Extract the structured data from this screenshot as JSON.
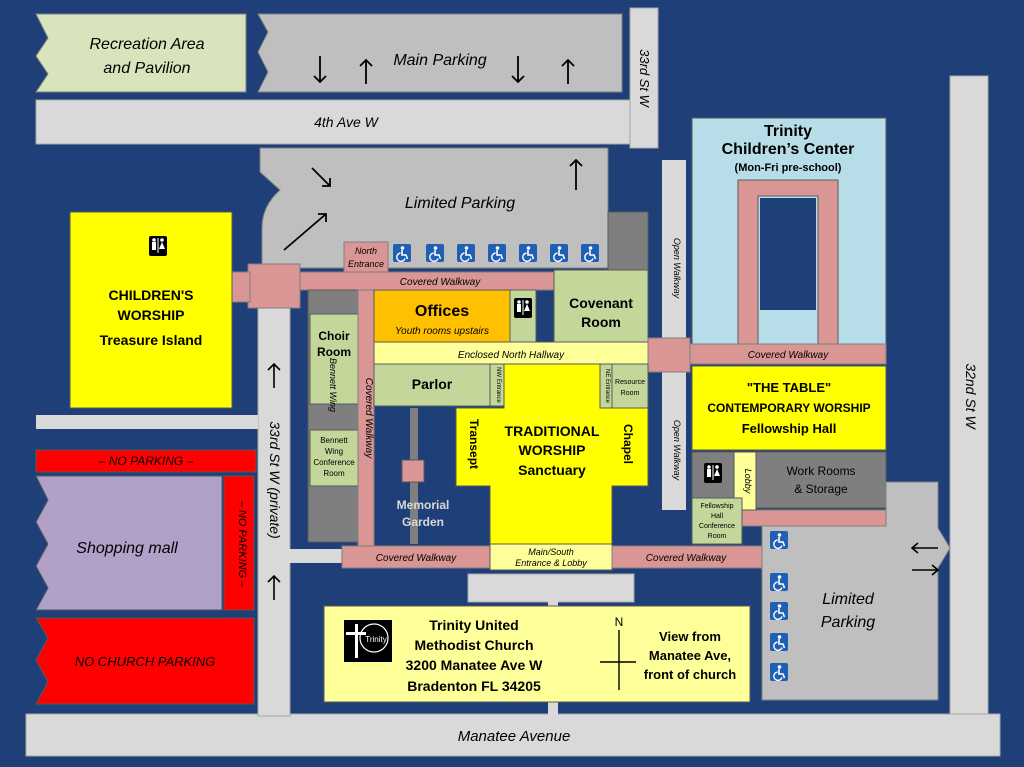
{
  "colors": {
    "background": "#1f3f78",
    "road": "#d9d9d9",
    "parking": "#bfbfbf",
    "walkway": "#d99694",
    "building_green": "#c4d79b",
    "building_gray": "#7f7f7f",
    "worship_yellow": "#ffff00",
    "pale_yellow": "#ffff99",
    "offices_orange": "#ffc000",
    "childrens_center": "#b7dde8",
    "recreation": "#d8e4bc",
    "no_parking_red": "#ff0000",
    "mall_purple": "#b1a0c7"
  },
  "areas": {
    "recreation": [
      "Recreation Area",
      "and Pavilion"
    ],
    "main_parking": "Main Parking",
    "fourth_ave": "4th Ave W",
    "thirty_third_top": "33rd St W",
    "limited_parking_north": "Limited Parking",
    "north_entrance": [
      "North",
      "Entrance"
    ],
    "covered_walkway": "Covered Walkway",
    "childrens_worship": [
      "CHILDREN'S",
      "WORSHIP",
      "Treasure Island"
    ],
    "choir_room": [
      "Choir",
      "Room"
    ],
    "bennett_wing": "Bennett Wing",
    "bennett_conf": [
      "Bennett",
      "Wing",
      "Conference",
      "Room"
    ],
    "offices": "Offices",
    "youth_rooms": "Youth rooms upstairs",
    "covenant_room": [
      "Covenant",
      "Room"
    ],
    "enclosed_hallway": "Enclosed North Hallway",
    "parlor": "Parlor",
    "nw_entrance": "NW Entrance",
    "ne_entrance": "NE Entrance",
    "resource_room": [
      "Resource",
      "Room"
    ],
    "sanctuary": [
      "TRADITIONAL",
      "WORSHIP",
      "Sanctuary"
    ],
    "transept": "Transept",
    "chapel": "Chapel",
    "memorial_garden": [
      "Memorial",
      "Garden"
    ],
    "main_south_entrance": [
      "Main/South",
      "Entrance & Lobby"
    ],
    "open_walkway": "Open Walkway",
    "childrens_center": [
      "Trinity",
      "Children’s Center",
      "(Mon-Fri pre-school)"
    ],
    "the_table": [
      "\"THE TABLE\"",
      "CONTEMPORARY WORSHIP",
      "Fellowship Hall"
    ],
    "lobby": "Lobby",
    "work_rooms": [
      "Work Rooms",
      "& Storage"
    ],
    "fellowship_conf": [
      "Fellowship",
      "Hall",
      "Conference",
      "Room"
    ],
    "thirty_second": "32nd  St W",
    "limited_parking_east": [
      "Limited",
      "Parking"
    ],
    "thirty_third_private": "33rd St W   (private)",
    "no_parking": "– NO PARKING –",
    "no_parking_vertical": "– NO PARKING –",
    "shopping_mall": "Shopping mall",
    "no_church_parking": "NO CHURCH PARKING",
    "manatee_avenue": "Manatee Avenue"
  },
  "legend": {
    "church_name": [
      "Trinity United",
      "Methodist Church",
      "3200 Manatee Ave W",
      "Bradenton FL 34205"
    ],
    "logo_text": "Trinity",
    "north": "N",
    "view_note": [
      "View from",
      "Manatee Ave,",
      "front of church"
    ]
  },
  "icons": {
    "accessible": "wheelchair-icon",
    "restroom": "restroom-icon",
    "arrow": "arrow-icon"
  }
}
